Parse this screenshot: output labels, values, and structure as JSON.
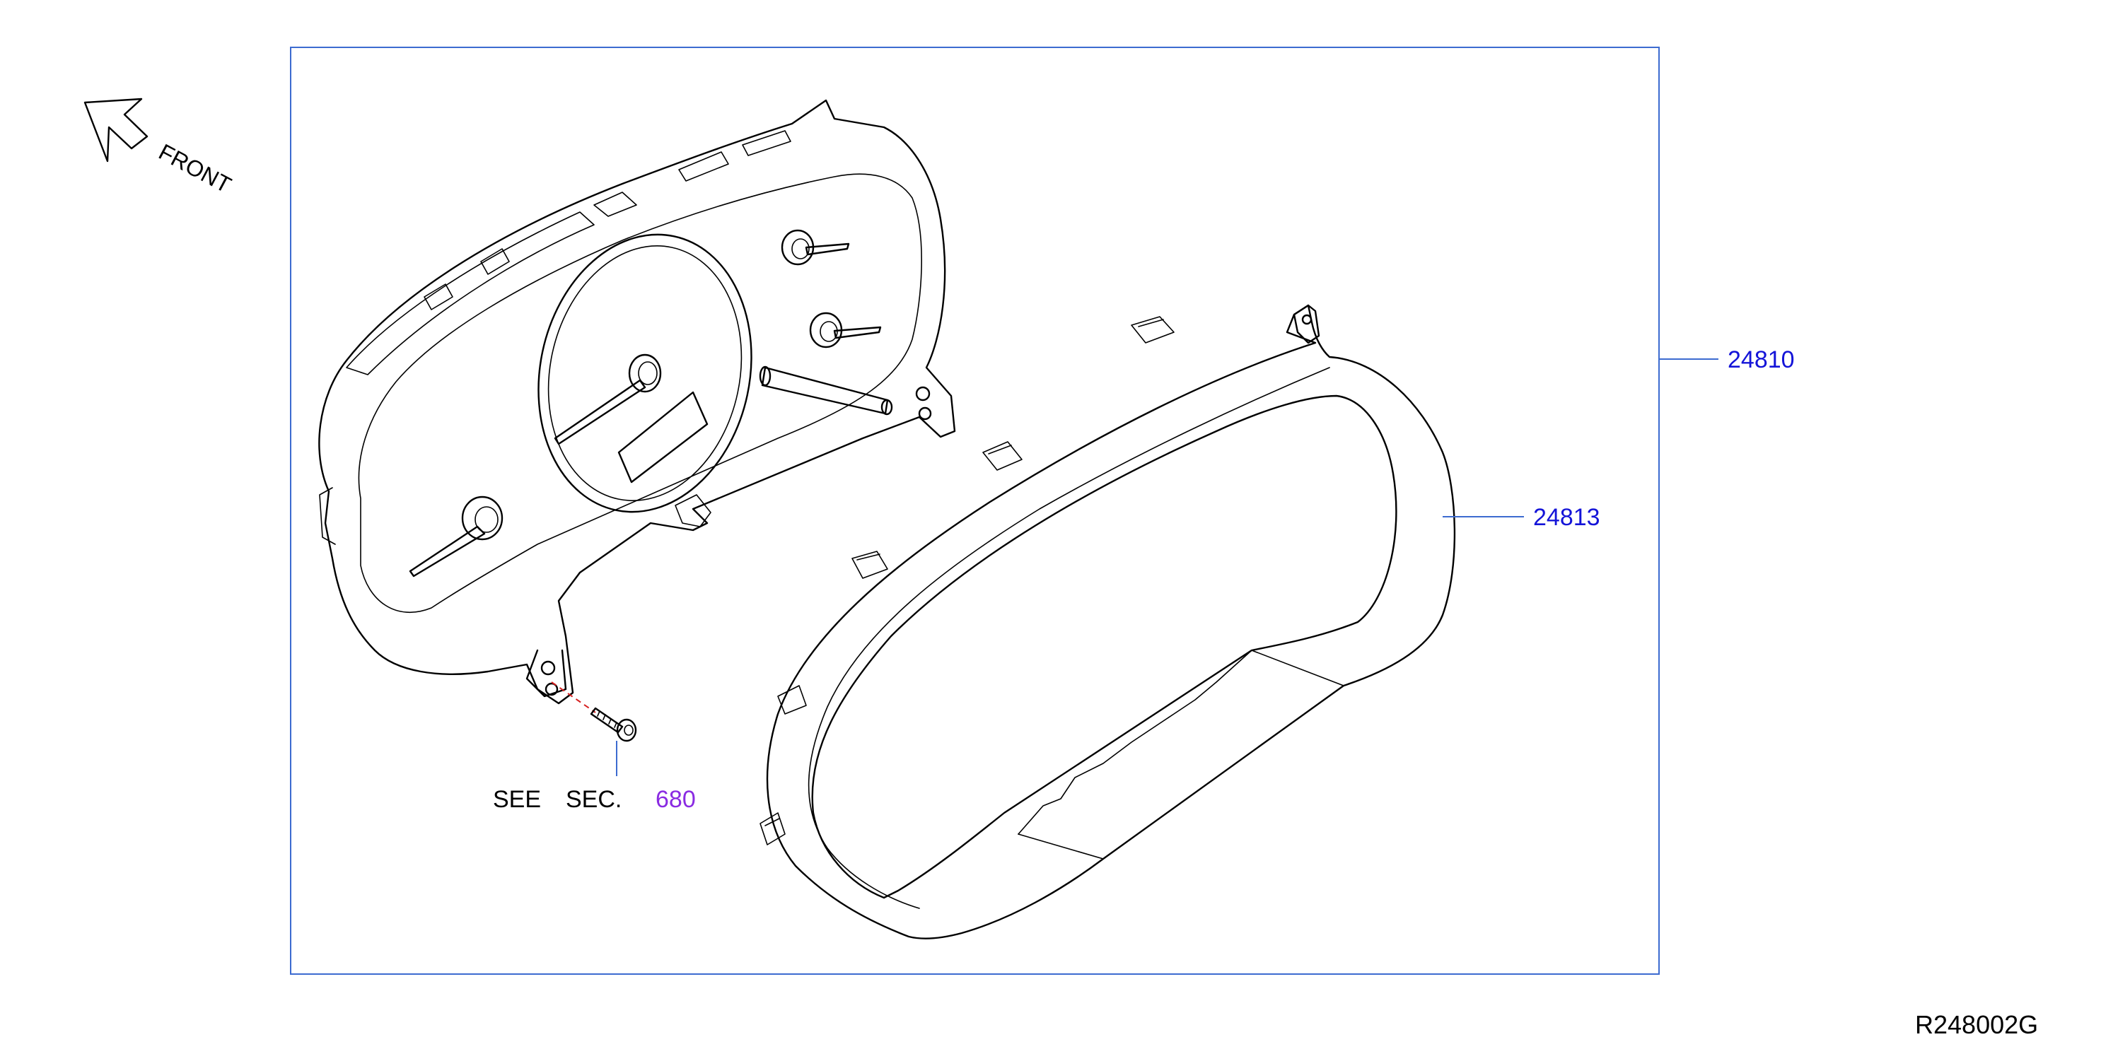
{
  "labels": {
    "front": "FRONT",
    "see": "SEE",
    "sec": "SEC.",
    "sec_ref": "680",
    "part_meter_assembly": "24810",
    "part_front_cover": "24813",
    "figure_code": "R248002G"
  },
  "colors": {
    "callout": "#1414d8",
    "reference_link": "#8a2be2",
    "frame": "#3c6bd0",
    "dash_line": "#d62020",
    "linework": "#000000"
  }
}
